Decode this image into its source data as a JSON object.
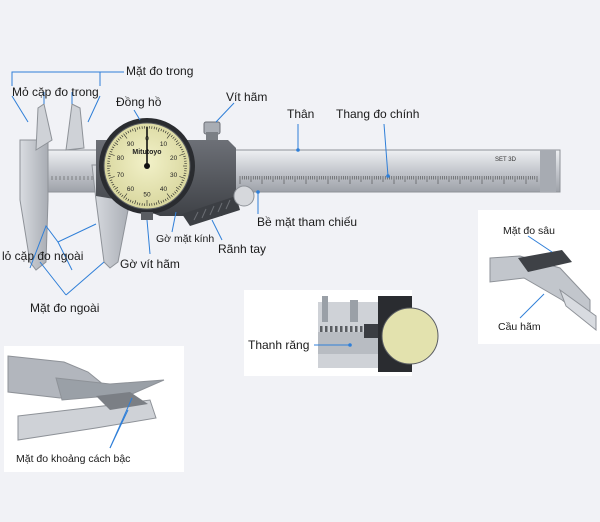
{
  "labels": {
    "mat_do_trong": "Mặt đo trong",
    "mo_cap_do_trong": "Mỏ cặp đo trong",
    "dong_ho": "Đồng hồ",
    "vit_ham": "Vít hãm",
    "than": "Thân",
    "thang_do_chinh": "Thang đo chính",
    "be_mat_tham_chieu": "Bề mặt tham chiếu",
    "ranh_tay": "Rãnh tay",
    "go_mat_kinh": "Gờ mặt kính",
    "go_vit_ham": "Gờ vít hãm",
    "mo_cap_do_ngoai": "lỏ cặp đo ngoài",
    "mat_do_ngoai": "Mặt đo ngoài",
    "thanh_rang": "Thanh răng",
    "mat_do_sau": "Mặt đo sâu",
    "cau_ham": "Cầu hãm",
    "mat_do_khoang_cach_bac": "Mặt đo khoảng cách bậc"
  },
  "dial": {
    "brand": "Mitutoyo",
    "numbers": [
      "0",
      "10",
      "20",
      "30",
      "40",
      "50",
      "60",
      "70",
      "80",
      "90"
    ]
  },
  "scale_text": "SET 3D",
  "colors": {
    "steel": "#c9ccd2",
    "dark_steel": "#55585e",
    "dial_face": "#e7e6b0",
    "leader": "#2f7fd8"
  }
}
